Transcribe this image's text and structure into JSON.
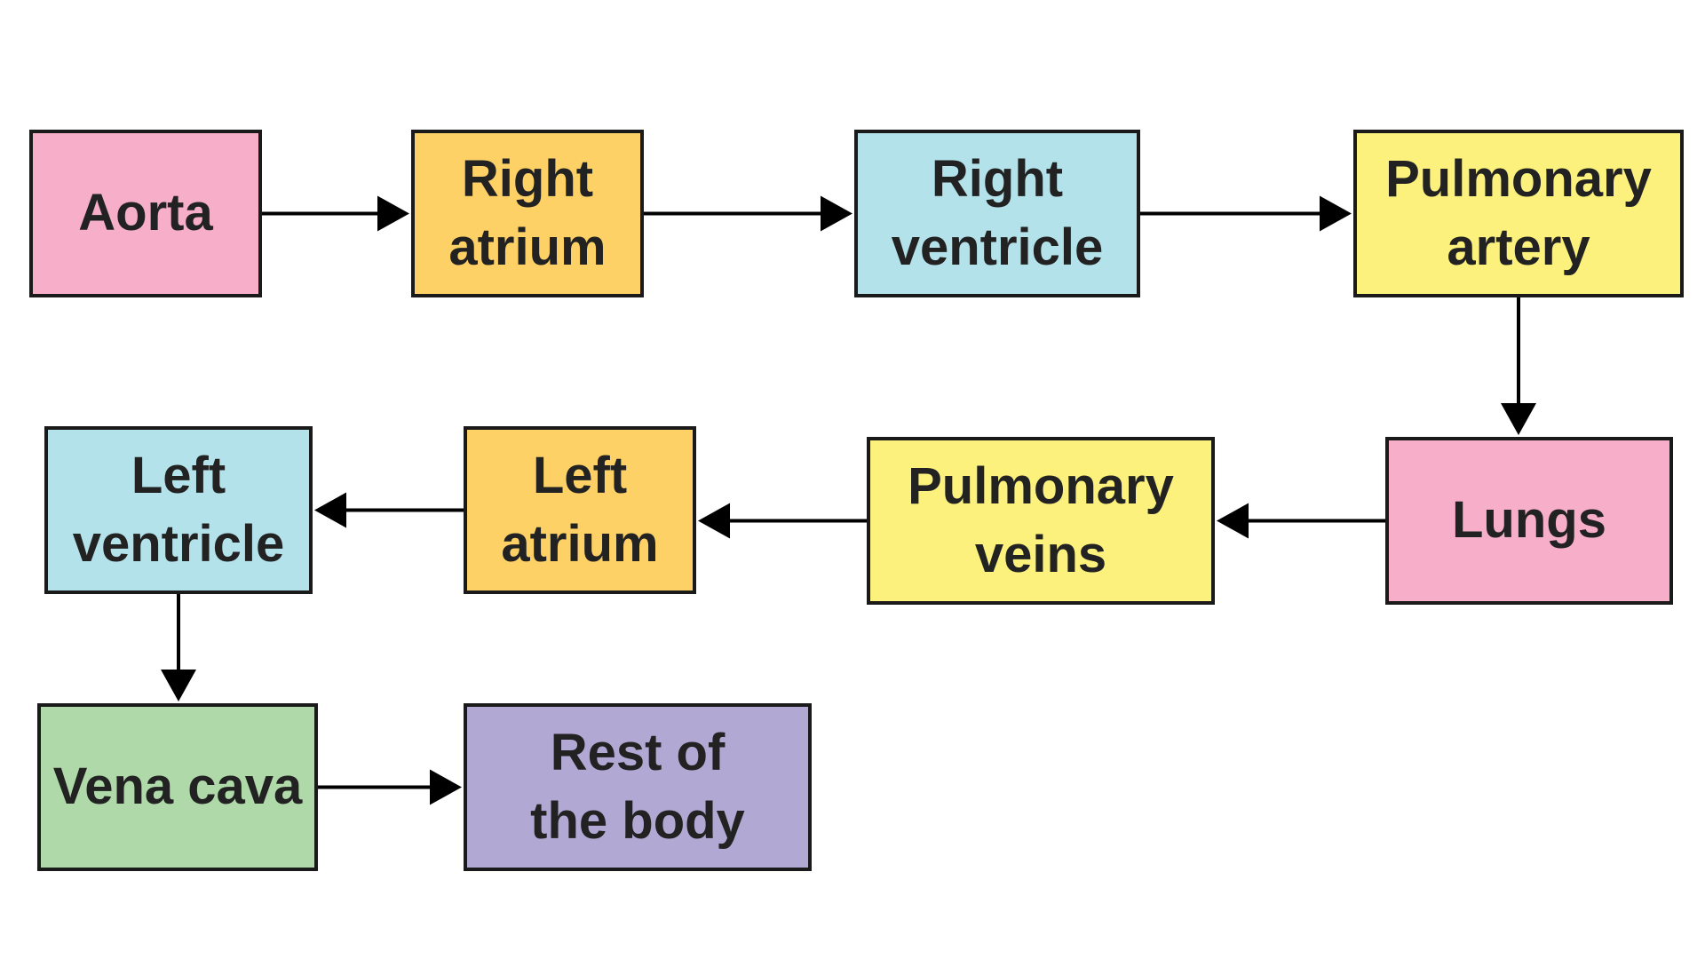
{
  "colors": {
    "pink": "#f7aec8",
    "orange": "#fed166",
    "blue": "#b3e2eb",
    "yellow": "#fbf17c",
    "green": "#b0d9a9",
    "purple": "#b1a8d3",
    "border": "#1a1a1a",
    "text": "#222222",
    "arrow": "#000000"
  },
  "nodes": {
    "aorta": {
      "label": "Aorta",
      "color": "pink"
    },
    "right_atrium": {
      "label": "Right\natrium",
      "color": "orange"
    },
    "right_ventricle": {
      "label": "Right\nventricle",
      "color": "blue"
    },
    "pulmonary_artery": {
      "label": "Pulmonary\nartery",
      "color": "yellow"
    },
    "lungs": {
      "label": "Lungs",
      "color": "pink"
    },
    "pulmonary_veins": {
      "label": "Pulmonary\nveins",
      "color": "yellow"
    },
    "left_atrium": {
      "label": "Left\natrium",
      "color": "orange"
    },
    "left_ventricle": {
      "label": "Left\nventricle",
      "color": "blue"
    },
    "vena_cava": {
      "label": "Vena cava",
      "color": "green"
    },
    "rest_of_body": {
      "label": "Rest of\nthe body",
      "color": "purple"
    }
  },
  "edges": [
    {
      "from": "aorta",
      "to": "right_atrium"
    },
    {
      "from": "right_atrium",
      "to": "right_ventricle"
    },
    {
      "from": "right_ventricle",
      "to": "pulmonary_artery"
    },
    {
      "from": "pulmonary_artery",
      "to": "lungs"
    },
    {
      "from": "lungs",
      "to": "pulmonary_veins"
    },
    {
      "from": "pulmonary_veins",
      "to": "left_atrium"
    },
    {
      "from": "left_atrium",
      "to": "left_ventricle"
    },
    {
      "from": "left_ventricle",
      "to": "vena_cava"
    },
    {
      "from": "vena_cava",
      "to": "rest_of_body"
    }
  ]
}
